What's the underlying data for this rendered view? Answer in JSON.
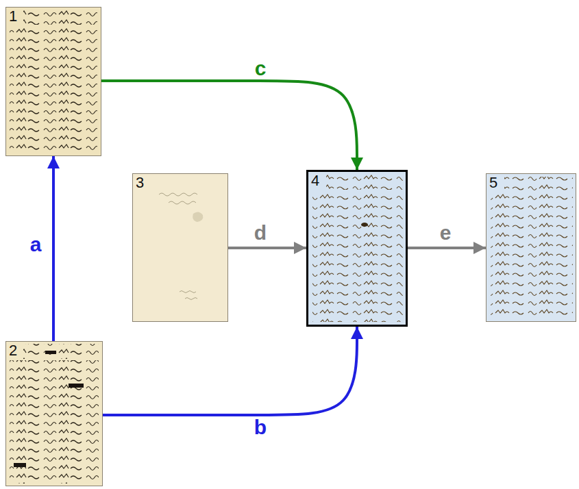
{
  "diagram": {
    "nodes": [
      {
        "text": [
          "1"
        ]
      },
      {
        "text": [
          "2"
        ]
      },
      {
        "text": [
          "3"
        ]
      },
      {
        "text": [
          "4"
        ]
      },
      {
        "text": [
          "5"
        ]
      }
    ],
    "edges": [
      {
        "from": 1,
        "to": 0,
        "arrow": "to",
        "label": "a"
      },
      {
        "from": 1,
        "to": 3,
        "arrow": "to",
        "label": "b"
      },
      {
        "from": 0,
        "to": 3,
        "arrow": "to",
        "label": "c"
      },
      {
        "from": 2,
        "to": 3,
        "arrow": "to",
        "label": "d"
      },
      {
        "from": 3,
        "to": 4,
        "arrow": "to",
        "label": "e"
      }
    ]
  }
}
